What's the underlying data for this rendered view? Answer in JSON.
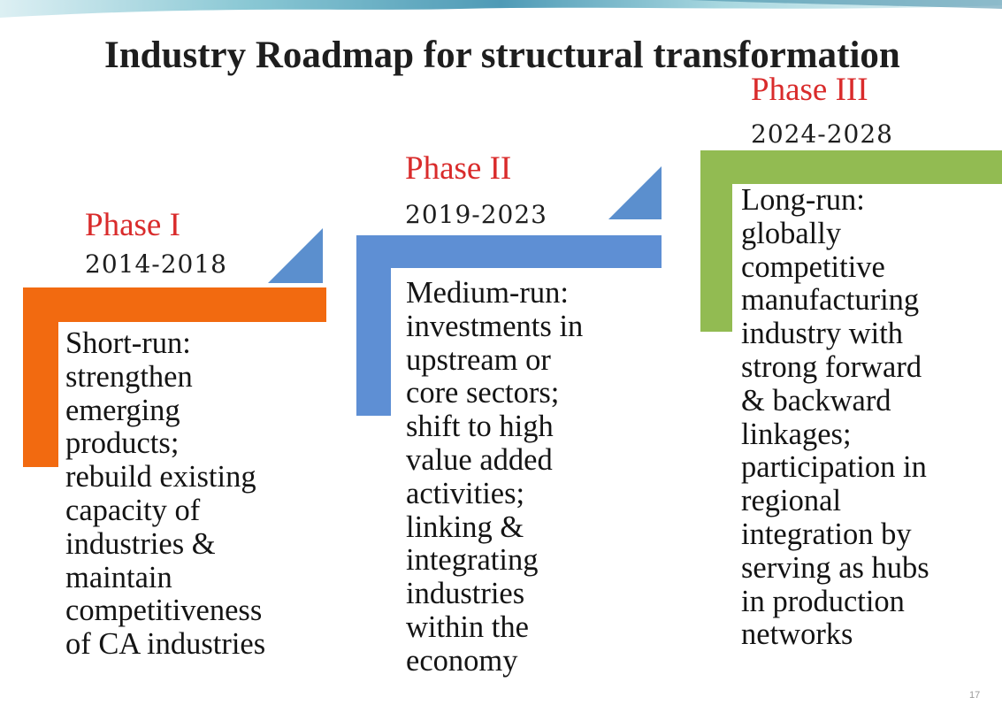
{
  "slide": {
    "title": "Industry Roadmap for structural transformation",
    "page_number": "17"
  },
  "phases": [
    {
      "label": "Phase I",
      "years": "2014-2018",
      "description": "Short-run:\nstrengthen\nemerging\nproducts;\nrebuild existing\ncapacity of\nindustries &\nmaintain\ncompetitiveness\nof CA industries",
      "color": "#f26a10",
      "triangle_color": "#5b8fce"
    },
    {
      "label": "Phase II",
      "years": "2019-2023",
      "description": "Medium-run:\ninvestments in\nupstream or\ncore sectors;\nshift to high\nvalue added\nactivities;\nlinking &\nintegrating\nindustries\nwithin the\neconomy",
      "color": "#5e8fd4",
      "triangle_color": "#5b8fce"
    },
    {
      "label": "Phase III",
      "years": "2024-2028",
      "description": "Long-run:\nglobally\ncompetitive\nmanufacturing\nindustry with\nstrong forward\n& backward\nlinkages;\nparticipation in\nregional\nintegration by\nserving as hubs\nin production\nnetworks",
      "color": "#92bb52",
      "triangle_color": null
    }
  ],
  "colors": {
    "title": "#1e1e1e",
    "phase_label": "#d92b2b",
    "swoosh": "#4aa0b6"
  }
}
